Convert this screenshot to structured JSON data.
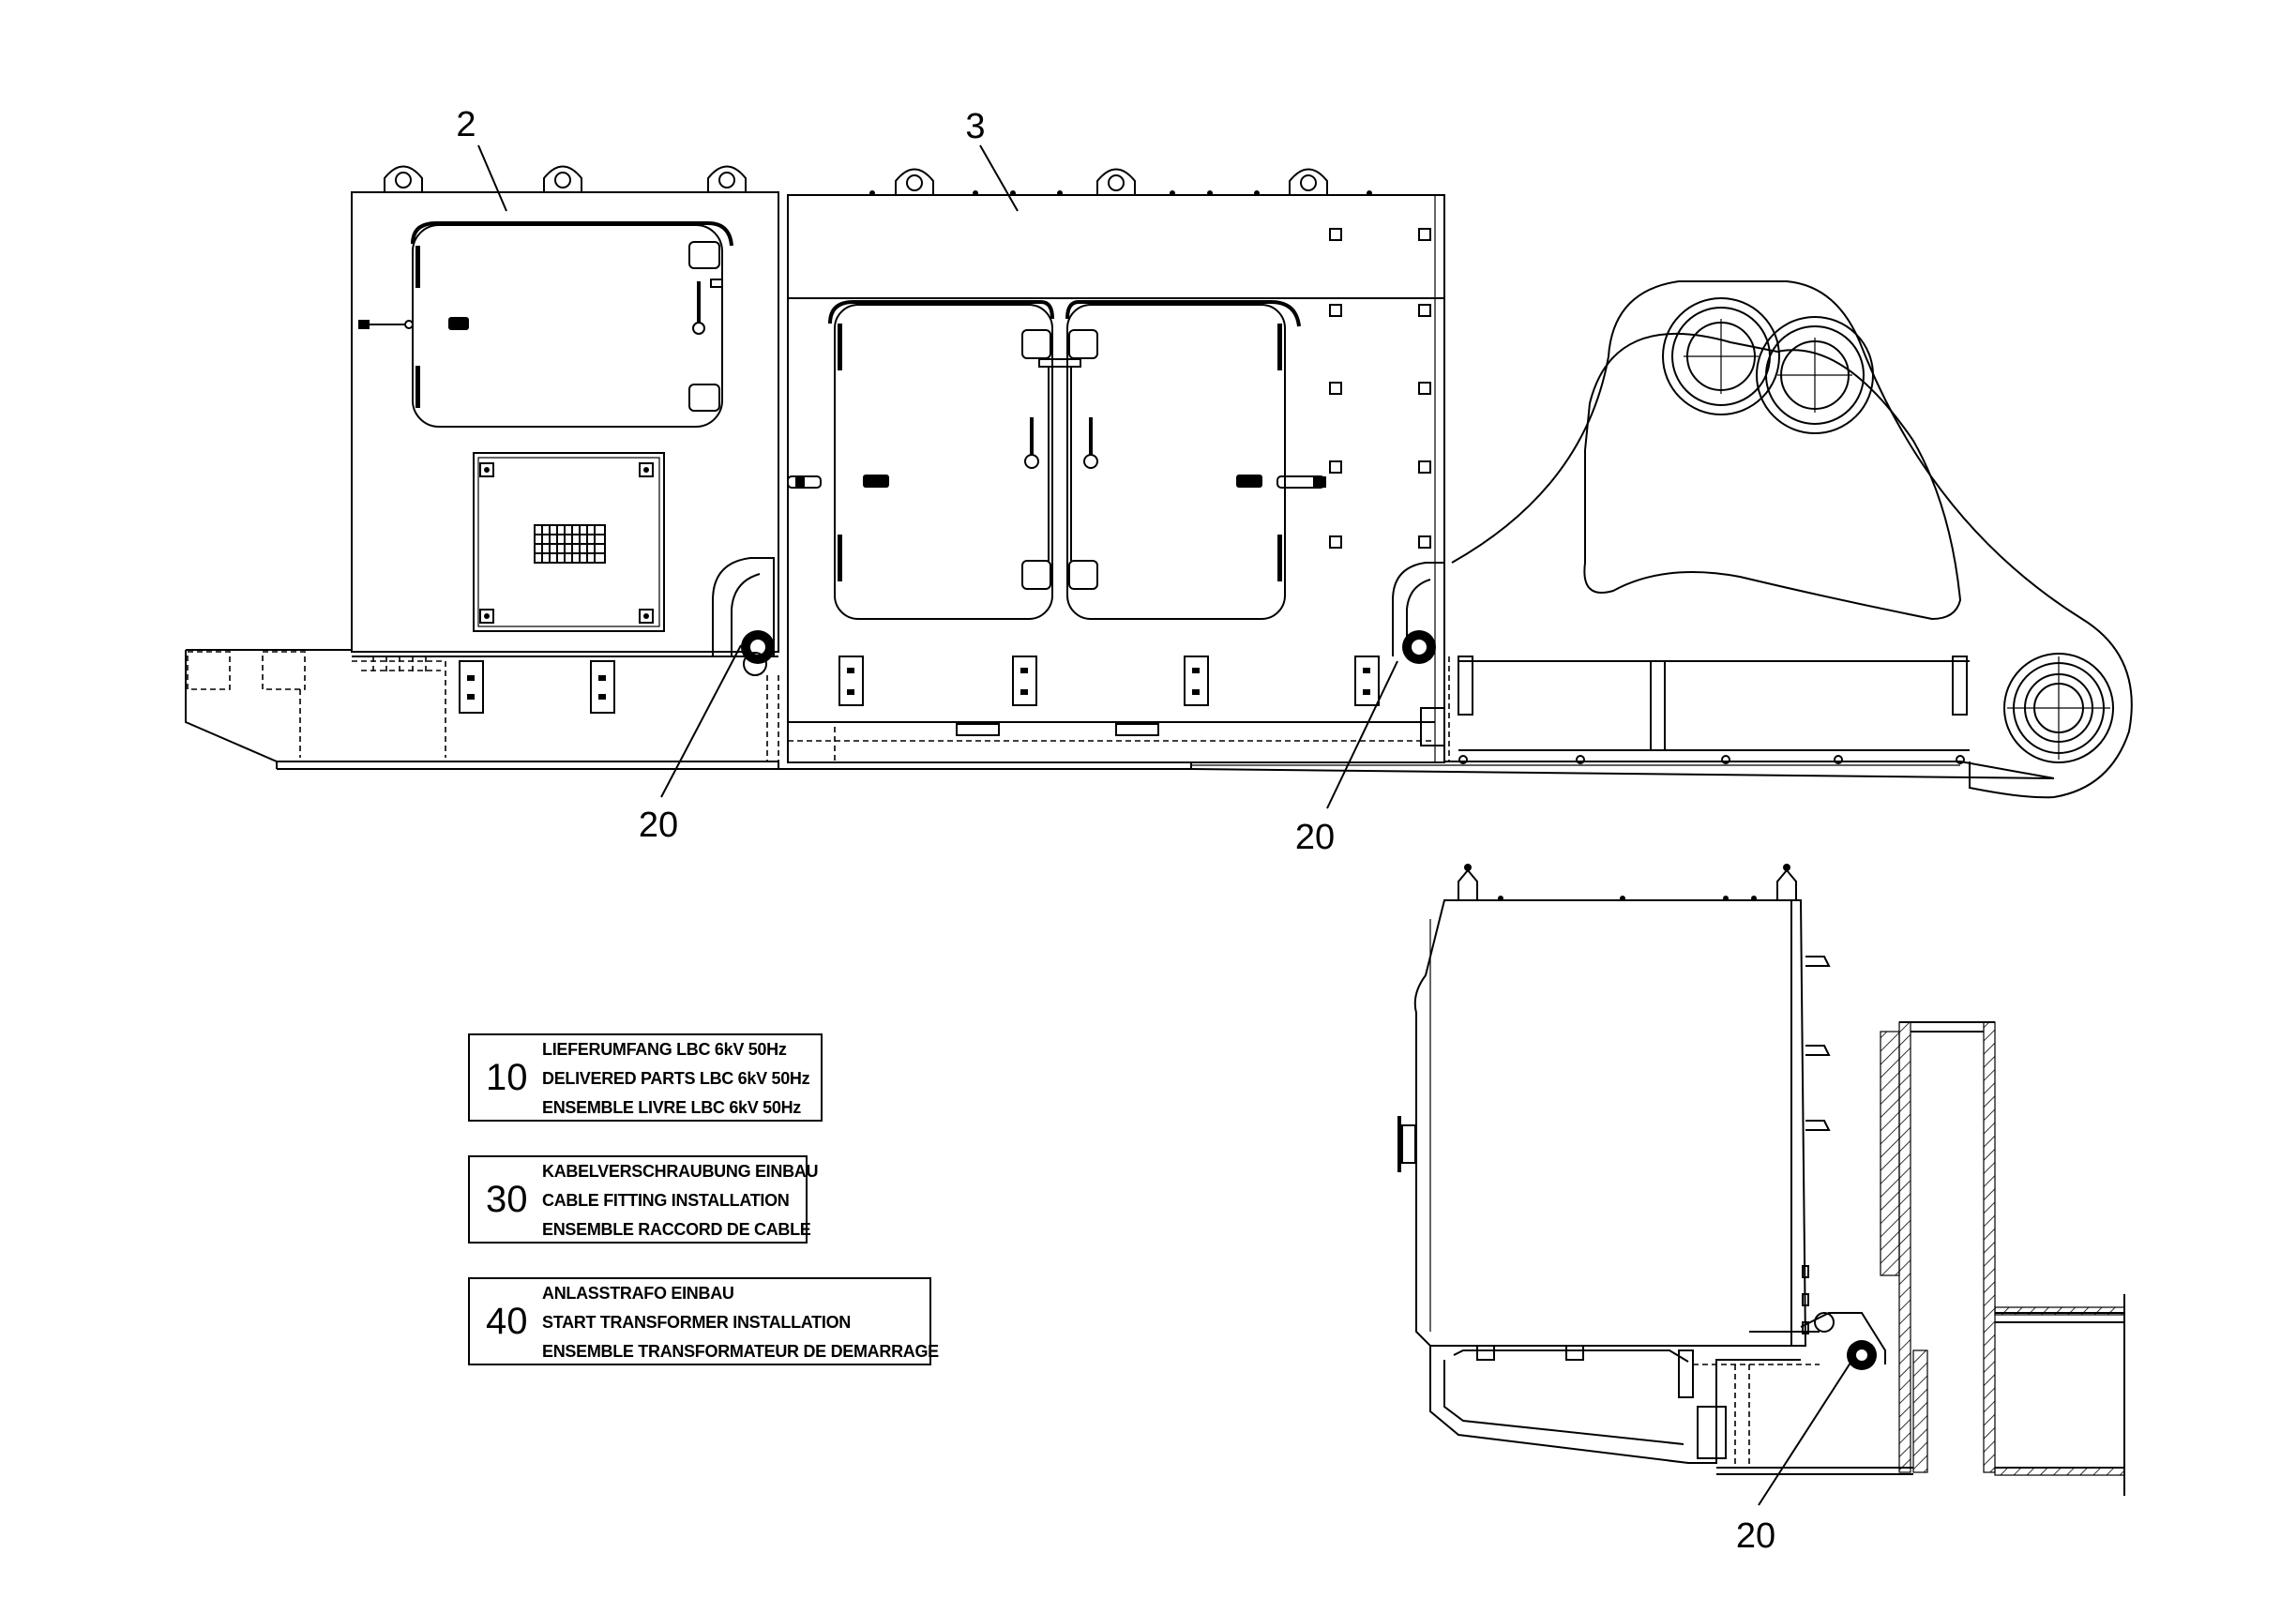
{
  "callouts": {
    "c2": "2",
    "c3": "3",
    "c20a": "20",
    "c20b": "20",
    "c20c": "20"
  },
  "legend": [
    {
      "number": "10",
      "lines": [
        "LIEFERUMFANG LBC 6kV 50Hz",
        "DELIVERED PARTS LBC 6kV 50Hz",
        "ENSEMBLE LIVRE LBC 6kV 50Hz"
      ]
    },
    {
      "number": "30",
      "lines": [
        "KABELVERSCHRAUBUNG EINBAU",
        "CABLE FITTING INSTALLATION",
        "ENSEMBLE RACCORD DE CABLE"
      ]
    },
    {
      "number": "40",
      "lines": [
        "ANLASSTRAFO EINBAU",
        "START TRANSFORMER INSTALLATION",
        "ENSEMBLE TRANSFORMATEUR DE DEMARRAGE"
      ]
    }
  ]
}
